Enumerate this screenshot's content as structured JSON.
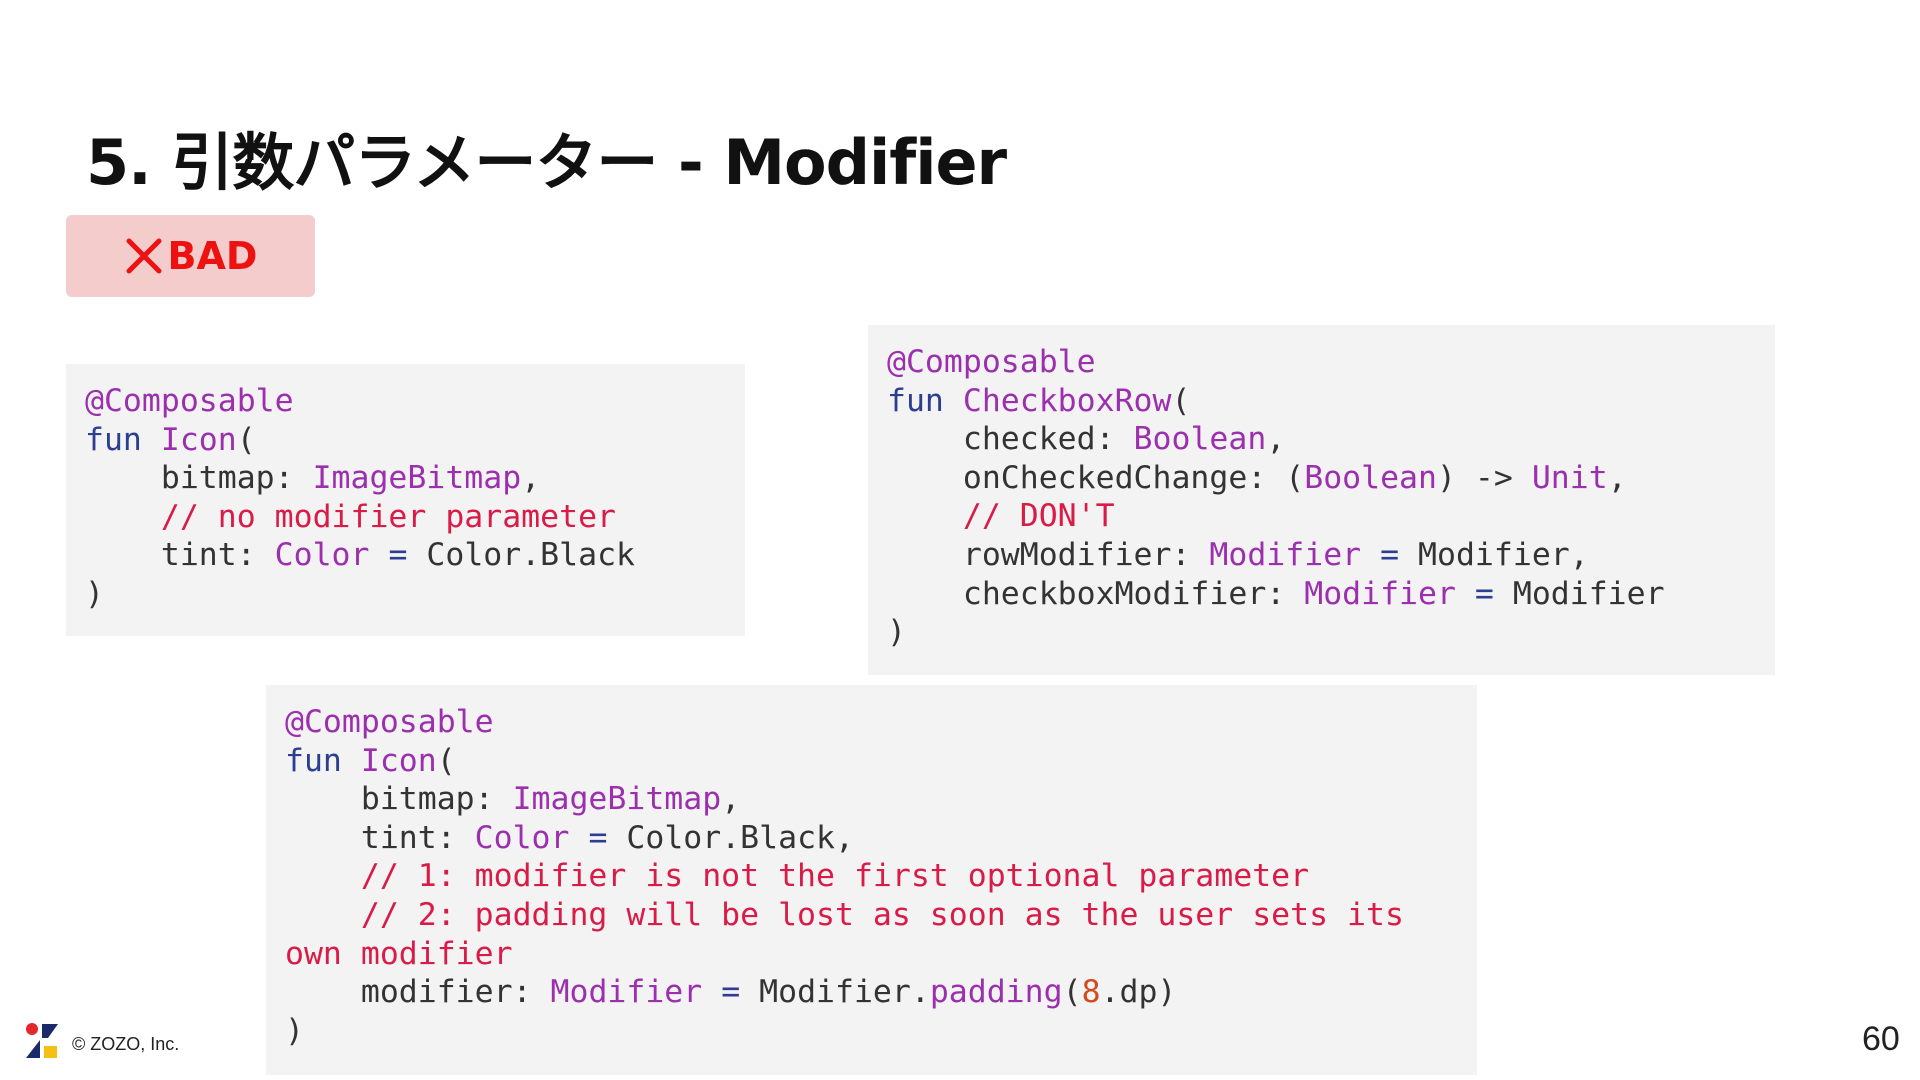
{
  "slide": {
    "title": "5. 引数パラメーター - Modifier",
    "badge_label": "BAD",
    "page_number": "60"
  },
  "footer": {
    "copyright": "© ZOZO, Inc."
  },
  "colors": {
    "badge_bg": "#f4cccc",
    "badge_text": "#ee1111",
    "code_bg": "#f3f3f3",
    "annotation": "#9b2fae",
    "keyword": "#2c3e8f",
    "comment": "#d81b47",
    "number": "#d2491d",
    "logo_red": "#e5262a",
    "logo_navy": "#1b2a6b",
    "logo_yellow": "#f4c013"
  },
  "icons": {
    "badge": "cross-mark-icon",
    "logo": "zozo-logo-icon"
  },
  "code_blocks": [
    {
      "lines": [
        [
          {
            "t": "@Composable",
            "c": "annot"
          }
        ],
        [
          {
            "t": "fun ",
            "c": "kw"
          },
          {
            "t": "Icon",
            "c": "type"
          },
          {
            "t": "(",
            "c": "plain"
          }
        ],
        [
          {
            "t": "    bitmap: ",
            "c": "plain"
          },
          {
            "t": "ImageBitmap",
            "c": "type"
          },
          {
            "t": ",",
            "c": "plain"
          }
        ],
        [
          {
            "t": "    // no modifier parameter",
            "c": "cmt"
          }
        ],
        [
          {
            "t": "    tint: ",
            "c": "plain"
          },
          {
            "t": "Color",
            "c": "type"
          },
          {
            "t": " = ",
            "c": "kw"
          },
          {
            "t": "Color.Black",
            "c": "plain"
          }
        ],
        [
          {
            "t": ")",
            "c": "plain"
          }
        ]
      ]
    },
    {
      "lines": [
        [
          {
            "t": "@Composable",
            "c": "annot"
          }
        ],
        [
          {
            "t": "fun ",
            "c": "kw"
          },
          {
            "t": "CheckboxRow",
            "c": "type"
          },
          {
            "t": "(",
            "c": "plain"
          }
        ],
        [
          {
            "t": "    checked: ",
            "c": "plain"
          },
          {
            "t": "Boolean",
            "c": "type"
          },
          {
            "t": ",",
            "c": "plain"
          }
        ],
        [
          {
            "t": "    onCheckedChange: (",
            "c": "plain"
          },
          {
            "t": "Boolean",
            "c": "type"
          },
          {
            "t": ") -> ",
            "c": "plain"
          },
          {
            "t": "Unit",
            "c": "type"
          },
          {
            "t": ",",
            "c": "plain"
          }
        ],
        [
          {
            "t": "    // DON'T",
            "c": "cmt"
          }
        ],
        [
          {
            "t": "    rowModifier: ",
            "c": "plain"
          },
          {
            "t": "Modifier",
            "c": "type"
          },
          {
            "t": " = ",
            "c": "kw"
          },
          {
            "t": "Modifier,",
            "c": "plain"
          }
        ],
        [
          {
            "t": "    checkboxModifier: ",
            "c": "plain"
          },
          {
            "t": "Modifier",
            "c": "type"
          },
          {
            "t": " = ",
            "c": "kw"
          },
          {
            "t": "Modifier",
            "c": "plain"
          }
        ],
        [
          {
            "t": ")",
            "c": "plain"
          }
        ]
      ]
    },
    {
      "lines": [
        [
          {
            "t": "@Composable",
            "c": "annot"
          }
        ],
        [
          {
            "t": "fun ",
            "c": "kw"
          },
          {
            "t": "Icon",
            "c": "type"
          },
          {
            "t": "(",
            "c": "plain"
          }
        ],
        [
          {
            "t": "    bitmap: ",
            "c": "plain"
          },
          {
            "t": "ImageBitmap",
            "c": "type"
          },
          {
            "t": ",",
            "c": "plain"
          }
        ],
        [
          {
            "t": "    tint: ",
            "c": "plain"
          },
          {
            "t": "Color",
            "c": "type"
          },
          {
            "t": " = ",
            "c": "kw"
          },
          {
            "t": "Color.Black,",
            "c": "plain"
          }
        ],
        [
          {
            "t": "    // 1: modifier is not the first optional parameter",
            "c": "cmt"
          }
        ],
        [
          {
            "t": "    // 2: padding will be lost as soon as the user sets its",
            "c": "cmt"
          }
        ],
        [
          {
            "t": "own modifier",
            "c": "cmt"
          }
        ],
        [
          {
            "t": "    modifier: ",
            "c": "plain"
          },
          {
            "t": "Modifier",
            "c": "type"
          },
          {
            "t": " = ",
            "c": "kw"
          },
          {
            "t": "Modifier.",
            "c": "plain"
          },
          {
            "t": "padding",
            "c": "type"
          },
          {
            "t": "(",
            "c": "plain"
          },
          {
            "t": "8",
            "c": "num"
          },
          {
            "t": ".dp)",
            "c": "plain"
          }
        ],
        [
          {
            "t": ")",
            "c": "plain"
          }
        ]
      ]
    }
  ]
}
